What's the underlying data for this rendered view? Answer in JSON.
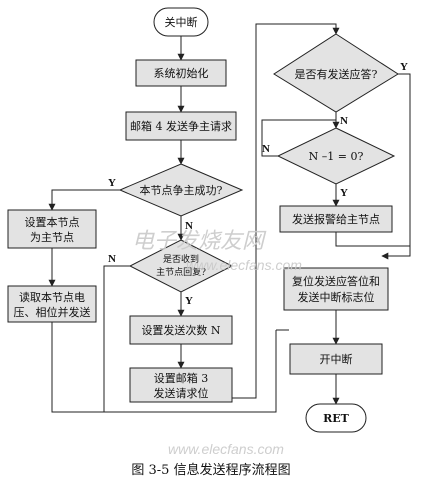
{
  "nodes": {
    "start": "关中断",
    "init": "系统初始化",
    "mailbox4_request": "邮箱 4 发送争主请求",
    "master_success": "本节点争主成功?",
    "set_master": [
      "设置本节点",
      "为主节点"
    ],
    "read_voltage": [
      "读取本节点电",
      "压、相位并发送"
    ],
    "is_master_node": [
      "是否收到",
      "主节点回复?"
    ],
    "set_count": "设置发送次数 N",
    "set_mailbox3": [
      "设置邮箱 3",
      "发送请求位"
    ],
    "has_ack": "是否有发送应答?",
    "n_minus_one": "N –1 = 0?",
    "send_alarm": "发送报警给主节点",
    "reset_flags": [
      "复位发送应答位和",
      "发送中断标志位"
    ],
    "enable_int": "开中断",
    "end": "RET"
  },
  "branch_labels": {
    "yes": "Y",
    "no": "N"
  },
  "watermark": {
    "text": "电子发烧友网",
    "url": "www.elecfans.com"
  },
  "caption": "图 3-5  信息发送程序流程图"
}
